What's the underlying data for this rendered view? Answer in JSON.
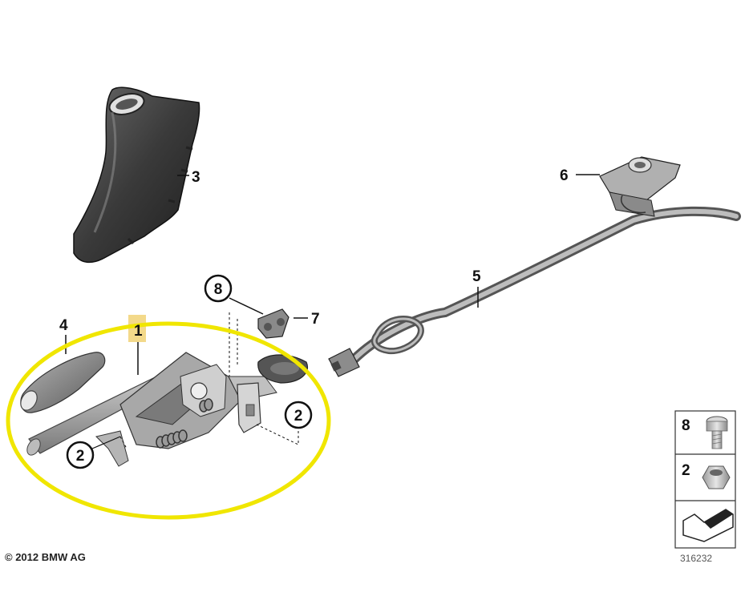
{
  "callouts": {
    "c1": "1",
    "c2a": "2",
    "c2b": "2",
    "c3": "3",
    "c4": "4",
    "c5": "5",
    "c6": "6",
    "c7": "7",
    "c8": "8"
  },
  "legend": {
    "item_8": "8",
    "item_2": "2"
  },
  "copyright": "© 2012 BMW AG",
  "diagram_number": "316232",
  "colors": {
    "highlight_ellipse": "#f0e600",
    "highlight_label": "#f3d98a",
    "part_dark": "#3a3a3a",
    "part_mid": "#8a8a8a",
    "part_light": "#c8c8c8"
  }
}
